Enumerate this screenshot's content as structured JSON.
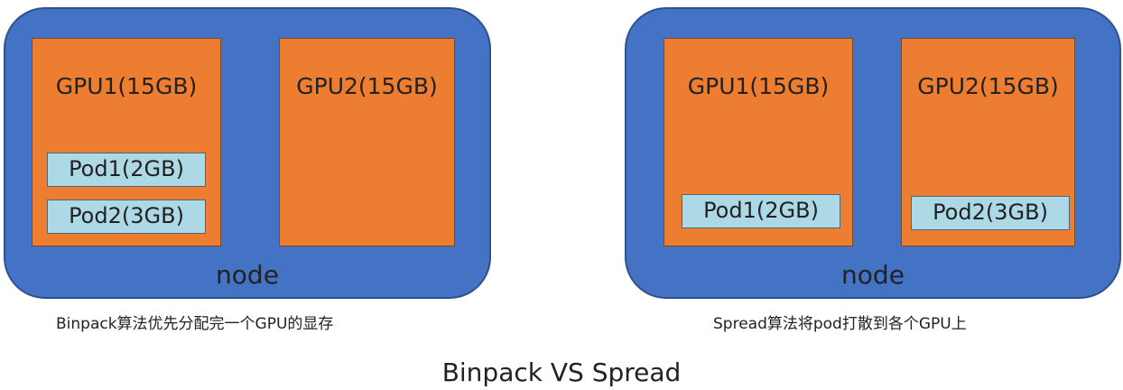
{
  "colors": {
    "node_fill": "#4472C4",
    "gpu_fill": "#ED7D31",
    "pod_fill": "#ADD8E6"
  },
  "left_panel": {
    "node_label": "node",
    "gpus": [
      {
        "label": "GPU1(15GB)",
        "pods": [
          "Pod1(2GB)",
          "Pod2(3GB)"
        ]
      },
      {
        "label": "GPU2(15GB)",
        "pods": []
      }
    ],
    "caption": "Binpack算法优先分配完一个GPU的显存"
  },
  "right_panel": {
    "node_label": "node",
    "gpus": [
      {
        "label": "GPU1(15GB)",
        "pods": [
          "Pod1(2GB)"
        ]
      },
      {
        "label": "GPU2(15GB)",
        "pods": [
          "Pod2(3GB)"
        ]
      }
    ],
    "caption": "Spread算法将pod打散到各个GPU上"
  },
  "title": "Binpack VS Spread"
}
